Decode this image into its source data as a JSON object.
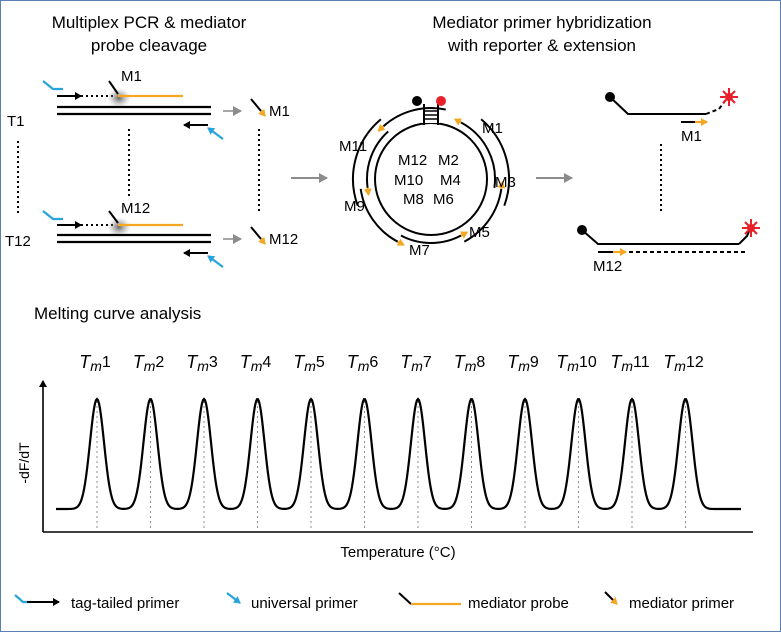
{
  "panels": {
    "pcr_title_line1": "Multiplex PCR & mediator",
    "pcr_title_line2": "probe cleavage",
    "hyb_title_line1": "Mediator primer hybridization",
    "hyb_title_line2": "with reporter & extension",
    "melt_title": "Melting curve analysis"
  },
  "pcr": {
    "targets": [
      "T1",
      "T12"
    ],
    "mediators": [
      "M1",
      "M12"
    ]
  },
  "reporter": {
    "inner_labels": [
      "M12",
      "M2",
      "M10",
      "M4",
      "M8",
      "M6"
    ],
    "outer_labels": [
      "M1",
      "M3",
      "M5",
      "M7",
      "M9",
      "M11"
    ]
  },
  "extension": {
    "labels": [
      "M1",
      "M12"
    ]
  },
  "chart_data": {
    "type": "line",
    "title": "",
    "xlabel": "Temperature (°C)",
    "ylabel": "-dF/dT",
    "peaks": [
      {
        "tm": "1"
      },
      {
        "tm": "2"
      },
      {
        "tm": "3"
      },
      {
        "tm": "4"
      },
      {
        "tm": "5"
      },
      {
        "tm": "6"
      },
      {
        "tm": "7"
      },
      {
        "tm": "8"
      },
      {
        "tm": "9"
      },
      {
        "tm": "10"
      },
      {
        "tm": "11"
      },
      {
        "tm": "12"
      }
    ],
    "peak_prefix_main": "T",
    "peak_prefix_sub": "m",
    "grid": false
  },
  "legend": {
    "items": [
      {
        "label": "tag-tailed primer",
        "icon": "tag-tailed-primer-icon"
      },
      {
        "label": "universal primer",
        "icon": "universal-primer-icon"
      },
      {
        "label": "mediator probe",
        "icon": "mediator-probe-icon"
      },
      {
        "label": "mediator primer",
        "icon": "mediator-primer-icon"
      }
    ]
  },
  "colors": {
    "blue": "#29a3dd",
    "orange": "#f5a623",
    "red": "#e8202a",
    "gray": "#8c8c8c",
    "frame": "#5b80b4"
  }
}
